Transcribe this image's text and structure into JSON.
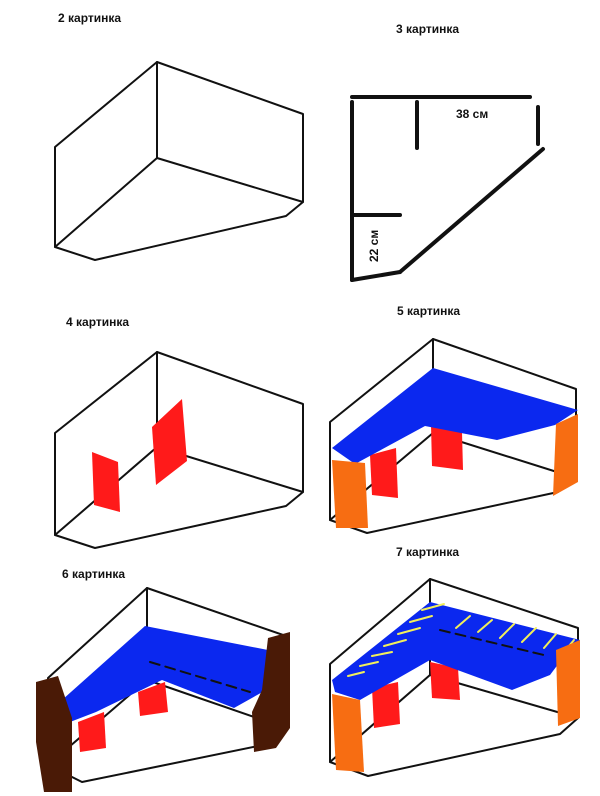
{
  "panels": [
    {
      "id": "p2",
      "caption": "2 картинка"
    },
    {
      "id": "p3",
      "caption": "3 картинка",
      "dim_long": "38 см",
      "dim_short": "22 см"
    },
    {
      "id": "p4",
      "caption": "4 картинка"
    },
    {
      "id": "p5",
      "caption": "5 картинка"
    },
    {
      "id": "p6",
      "caption": "6 картинка"
    },
    {
      "id": "p7",
      "caption": "7 картинка"
    }
  ],
  "colors": {
    "line": "#111111",
    "red": "#ff1a1a",
    "blue": "#0b28ef",
    "orange": "#f76d12",
    "brown": "#4a1a06",
    "yellow": "#f2ef5a"
  }
}
